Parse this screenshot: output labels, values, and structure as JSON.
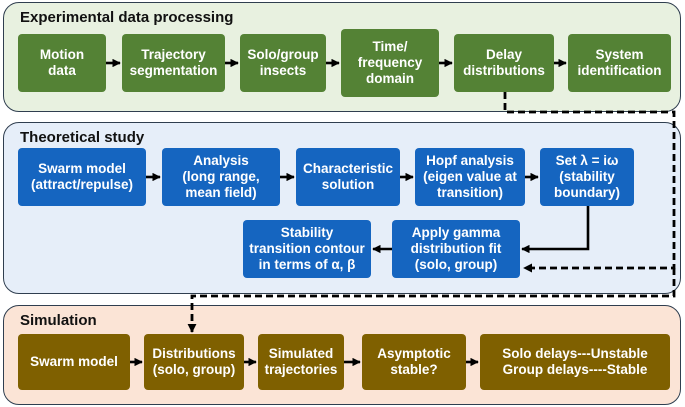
{
  "sections": {
    "experimental": {
      "title": "Experimental data processing",
      "nodes": [
        "Motion\ndata",
        "Trajectory\nsegmentation",
        "Solo/group\ninsects",
        "Time/\nfrequency\ndomain",
        "Delay\ndistributions",
        "System\nidentification"
      ]
    },
    "theoretical": {
      "title": "Theoretical study",
      "nodes_row1": [
        "Swarm model\n(attract/repulse)",
        "Analysis\n(long range,\nmean field)",
        "Characteristic\nsolution",
        "Hopf analysis\n(eigen value at\ntransition)",
        "Set λ = iω\n(stability\nboundary)"
      ],
      "nodes_row2": [
        "Stability\ntransition contour\nin terms of α, β",
        "Apply gamma\ndistribution fit\n(solo, group)"
      ]
    },
    "simulation": {
      "title": "Simulation",
      "nodes": [
        "Swarm model",
        "Distributions\n(solo, group)",
        "Simulated\ntrajectories",
        "Asymptotic\nstable?",
        "Solo delays---Unstable\nGroup delays----Stable"
      ]
    }
  },
  "colors": {
    "experimental_node": "#548235",
    "theoretical_node": "#1565c0",
    "simulation_node": "#7f6000",
    "experimental_panel": "#e8f1e0",
    "theoretical_panel": "#e6eef9",
    "simulation_panel": "#fbe4d6"
  }
}
